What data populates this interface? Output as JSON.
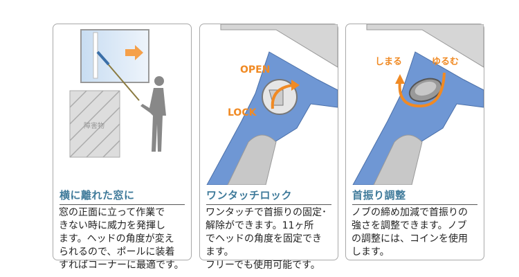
{
  "panels": [
    {
      "title": "横に離れた窓に",
      "illustration_label": "障害物",
      "lines": [
        "窓の正面に立って作業で",
        "きない時に威力を発揮し",
        "ます。ヘッドの角度が変え",
        "られるので、ポールに装着",
        "すればコーナーに最適です。"
      ]
    },
    {
      "title": "ワンタッチロック",
      "label_open": "OPEN",
      "label_lock": "LOCK",
      "lines": [
        "ワンタッチで首振りの固定･",
        "解除ができます。11ヶ所",
        "でヘッドの角度を固定でき",
        "ます。",
        "フリーでも使用可能です。"
      ]
    },
    {
      "title": "首振り調整",
      "label_tighten": "しまる",
      "label_loosen": "ゆるむ",
      "lines": [
        "ノブの締め加減で首振りの",
        "強さを調整できます。ノブ",
        "の調整には、コインを使用",
        "します。"
      ]
    }
  ],
  "colors": {
    "title": "#3f7a9a",
    "accent": "#f08a24",
    "tool_blue": "#6f97d4"
  }
}
